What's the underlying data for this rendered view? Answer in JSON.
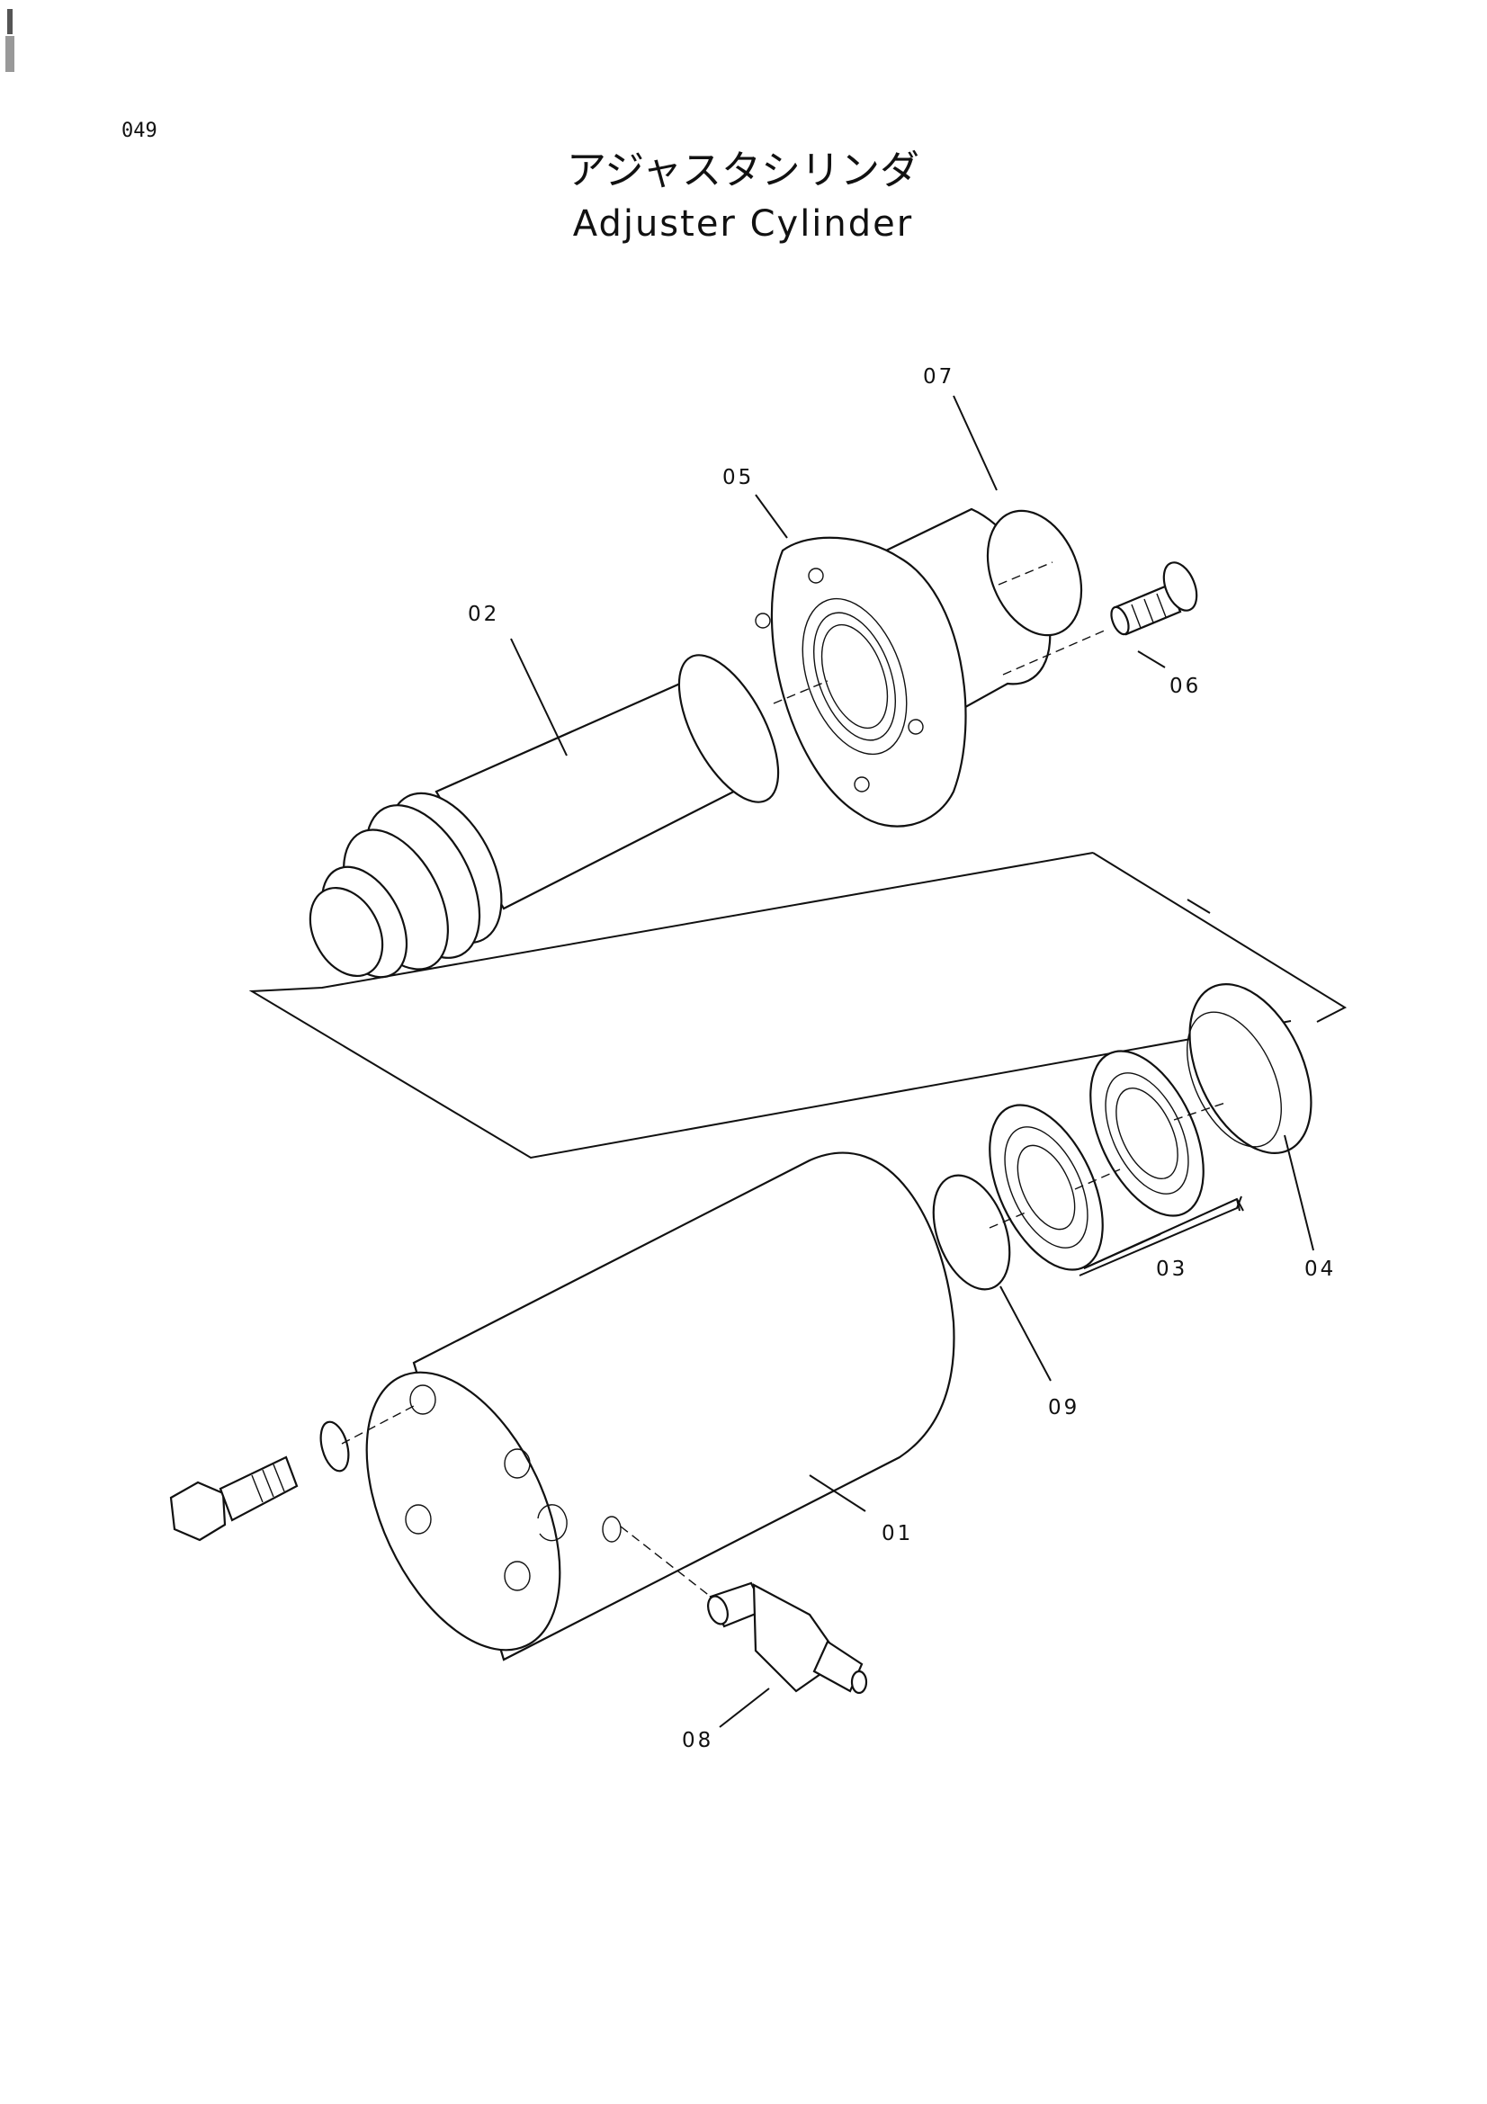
{
  "page_number": "049",
  "title_jp": "アジャスタシリンダ",
  "title_en": "Adjuster Cylinder",
  "callouts": {
    "c01": "01",
    "c02": "02",
    "c03": "03",
    "c04": "04",
    "c05": "05",
    "c06": "06",
    "c07": "07",
    "c08": "08",
    "c09": "09"
  }
}
